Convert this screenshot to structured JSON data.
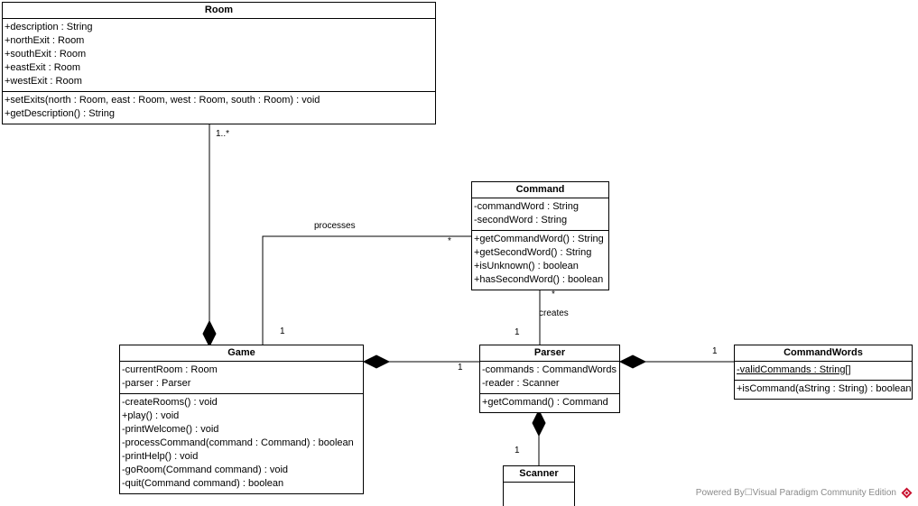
{
  "diagram": {
    "type": "uml-class-diagram",
    "classes": [
      {
        "id": "room",
        "name": "Room",
        "attributes": [
          "+description : String",
          "+northExit : Room",
          "+southExit : Room",
          "+eastExit : Room",
          "+westExit : Room"
        ],
        "operations": [
          "+setExits(north : Room, east : Room, west : Room, south : Room) : void",
          "+getDescription() : String"
        ]
      },
      {
        "id": "command",
        "name": "Command",
        "attributes": [
          "-commandWord : String",
          "-secondWord : String"
        ],
        "operations": [
          "+getCommandWord() : String",
          "+getSecondWord() : String",
          "+isUnknown() : boolean",
          "+hasSecondWord() : boolean"
        ]
      },
      {
        "id": "game",
        "name": "Game",
        "attributes": [
          "-currentRoom : Room",
          "-parser : Parser"
        ],
        "operations": [
          "-createRooms() : void",
          "+play() : void",
          "-printWelcome() : void",
          "-processCommand(command : Command) : boolean",
          "-printHelp() : void",
          "-goRoom(Command command) : void",
          "-quit(Command command) : boolean"
        ]
      },
      {
        "id": "parser",
        "name": "Parser",
        "attributes": [
          "-commands : CommandWords",
          "-reader : Scanner"
        ],
        "operations": [
          "+getCommand() : Command"
        ]
      },
      {
        "id": "commandwords",
        "name": "CommandWords",
        "attributes": [
          "-validCommands : String[]"
        ],
        "operations": [
          "+isCommand(aString : String) : boolean"
        ]
      },
      {
        "id": "scanner",
        "name": "Scanner",
        "attributes": [],
        "operations": []
      }
    ],
    "edge_labels": {
      "room_game_mult": "1..*",
      "processes_name": "processes",
      "processes_command_mult": "*",
      "processes_game_mult": "1",
      "creates_name": "creates",
      "creates_command_mult": "*",
      "creates_parser_mult": "1",
      "game_parser_mult": "1",
      "parser_commandwords_mult": "1",
      "parser_scanner_mult": "1"
    }
  },
  "watermark": {
    "text": "Powered By☐Visual Paradigm Community Edition",
    "logo_color": "#c8102e"
  }
}
